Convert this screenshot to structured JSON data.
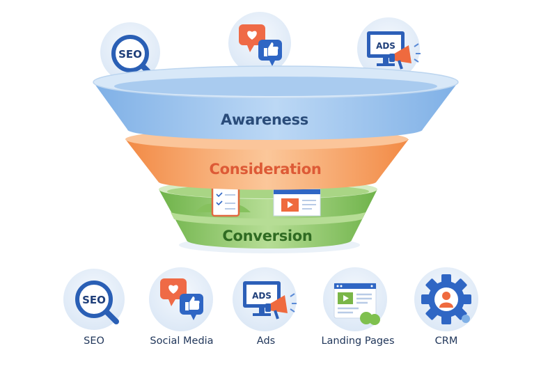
{
  "funnel": {
    "stages": [
      {
        "label": "Awareness",
        "color": "#8fbdea",
        "text_color": "#2a4c7a"
      },
      {
        "label": "Consideration",
        "color": "#f5a260",
        "text_color": "#dd5a36"
      },
      {
        "label": "Conversion",
        "color": "#8cc765",
        "text_color": "#2f6b22"
      }
    ],
    "top_icons": [
      {
        "icon": "seo-magnifier-icon",
        "text": "SEO"
      },
      {
        "icon": "social-media-icon"
      },
      {
        "icon": "ads-monitor-icon",
        "text": "ADS"
      }
    ]
  },
  "channels": [
    {
      "label": "SEO",
      "icon": "seo-magnifier-icon",
      "icon_text": "SEO"
    },
    {
      "label": "Social Media",
      "icon": "social-media-icon"
    },
    {
      "label": "Ads",
      "icon": "ads-monitor-icon",
      "icon_text": "ADS"
    },
    {
      "label": "Landing Pages",
      "icon": "landing-page-icon"
    },
    {
      "label": "CRM",
      "icon": "crm-gear-icon"
    }
  ]
}
